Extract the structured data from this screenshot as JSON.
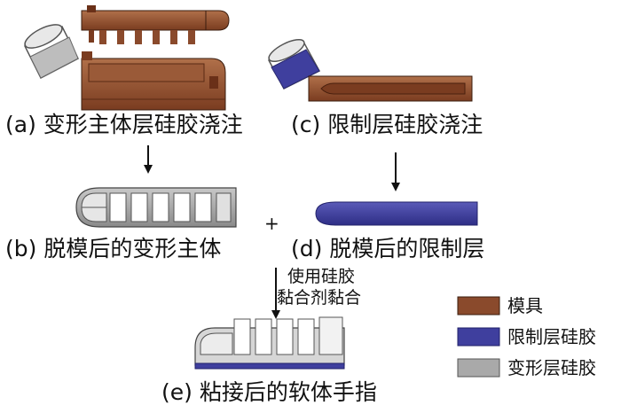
{
  "labels": {
    "a": "(a) 变形主体层硅胶浇注",
    "c": "(c) 限制层硅胶浇注",
    "b": "(b) 脱模后的变形主体",
    "d": "(d) 脱模后的限制层",
    "e": "(e) 粘接后的软体手指",
    "plus": "+"
  },
  "note": {
    "line1": "使用硅胶",
    "line2": "黏合剂黏合"
  },
  "legend": [
    {
      "label": "模具",
      "color": "#8a4a2c"
    },
    {
      "label": "限制层硅胶",
      "color": "#3f3f9e"
    },
    {
      "label": "变形层硅胶",
      "color": "#a9a9a9"
    }
  ]
}
